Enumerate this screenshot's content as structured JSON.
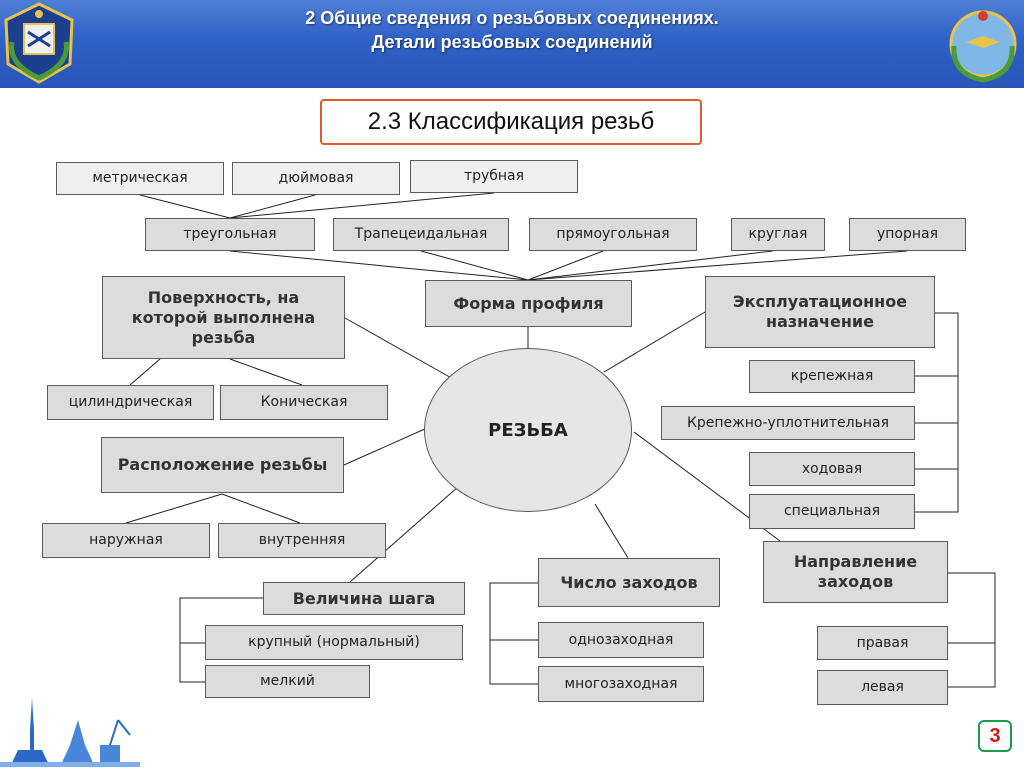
{
  "header": {
    "title_line1": "2 Общие сведения о резьбовых соединениях.",
    "title_line2": "Детали резьбовых соединений"
  },
  "subtitle": "2.3 Классификация резьб",
  "page_number": "3",
  "diagram": {
    "center": "РЕЗЬБА",
    "profile": {
      "head": "Форма профиля",
      "types": [
        "треугольная",
        "Трапецеидальная",
        "прямоугольная",
        "круглая",
        "упорная"
      ],
      "triangular_subtypes": [
        "метрическая",
        "дюймовая",
        "трубная"
      ]
    },
    "surface": {
      "head": "Поверхность, на которой выполнена резьба",
      "items": [
        "цилиндрическая",
        "Коническая"
      ]
    },
    "location": {
      "head": "Расположение резьбы",
      "items": [
        "наружная",
        "внутренняя"
      ]
    },
    "purpose": {
      "head": "Эксплуатационное назначение",
      "items": [
        "крепежная",
        "Крепежно-уплотнительная",
        "ходовая",
        "специальная"
      ]
    },
    "pitch": {
      "head": "Величина шага",
      "items": [
        "крупный (нормальный)",
        "мелкий"
      ]
    },
    "starts": {
      "head": "Число заходов",
      "items": [
        "однозаходная",
        "многозаходная"
      ]
    },
    "direction": {
      "head": "Направление заходов",
      "items": [
        "правая",
        "левая"
      ]
    }
  }
}
